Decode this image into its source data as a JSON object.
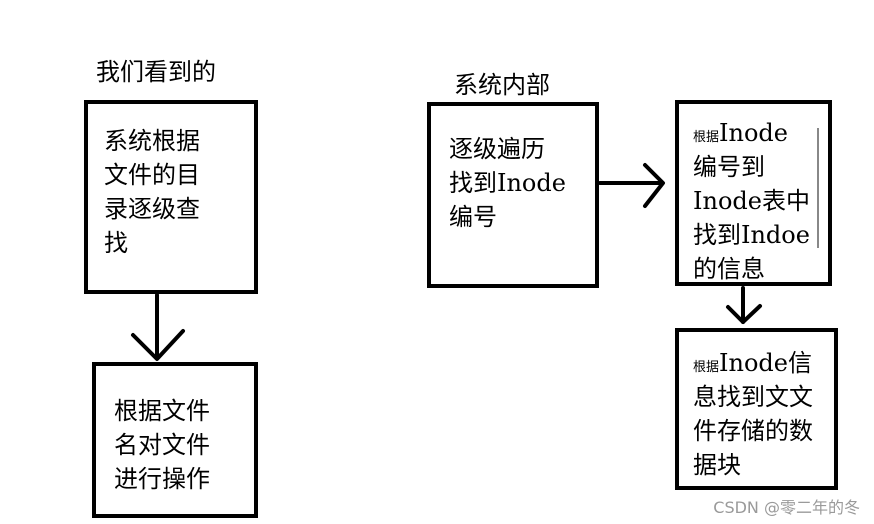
{
  "left_section": {
    "title": "我们看到的",
    "box1": "系统根据\n文件的目\n录逐级查\n找",
    "box2": "根据文件\n名对文件\n进行操作"
  },
  "right_section": {
    "title": "系统内部",
    "box1": "逐级遍历\n找到Inode\n编号",
    "box2_prefix": "根据",
    "box2_text": "Inode\n编号到\nInode表中\n找到Indoe\n的信息",
    "box3_prefix": "根据",
    "box3_text": "Inode信\n息找到文文\n件存储的数\n据块"
  },
  "watermark": "CSDN @零二年的冬"
}
